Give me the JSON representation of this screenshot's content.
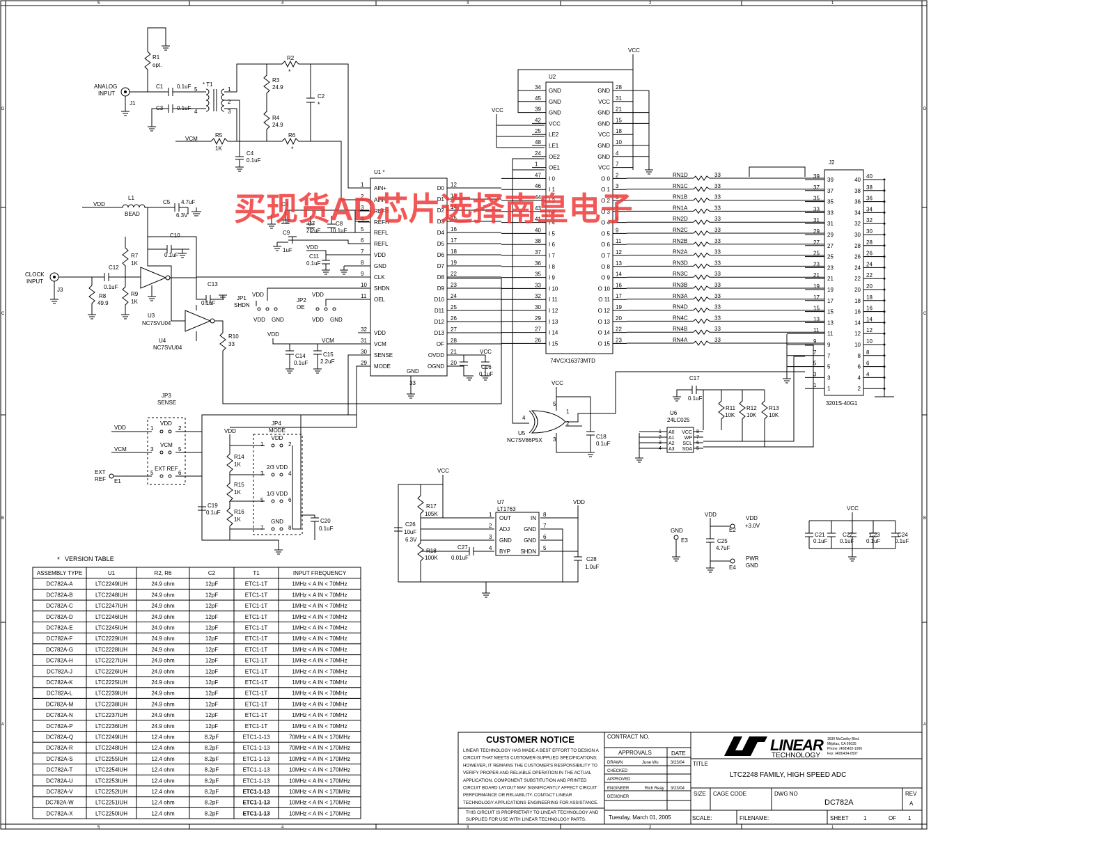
{
  "watermark": "买现货AD芯片选择南皇电子",
  "zone_cols": [
    "5",
    "4",
    "3",
    "2",
    "1"
  ],
  "zone_rows": [
    "D",
    "C",
    "B",
    "A"
  ],
  "analog_input": {
    "label_line1": "ANALOG",
    "label_line2": "INPUT",
    "connector": "J1"
  },
  "clock_input": {
    "label_line1": "CLOCK",
    "label_line2": "INPUT",
    "connector": "J3"
  },
  "parts": {
    "R1": "R1",
    "R1_val": "opt.",
    "C1": "C1",
    "C1_val": "0.1uF",
    "C3": "C3",
    "C3_val": "0.1uF",
    "T1": "* T1",
    "R2": "R2",
    "R3": "R3",
    "R3_val": "24.9",
    "R4": "R4",
    "R4_val": "24.9",
    "C2": "C2",
    "R5": "R5",
    "R5_val": "1K",
    "R6": "R6",
    "C4": "C4",
    "C4_val": "0.1uF",
    "VCM": "VCM",
    "VDD": "VDD",
    "L1": "L1",
    "BEAD": "BEAD",
    "C5": "C5",
    "C5_val": "4.7uF",
    "C5_v": "6.3V",
    "C10": "C10",
    "C10_val": "0.1uF",
    "R7": "R7",
    "R7_val": "1K",
    "R9": "R9",
    "R9_val": "1K",
    "C12": "C12",
    "C12_val": "0.1uF",
    "R8": "R8",
    "R8_val": "49.9",
    "U3": "U3",
    "U3_part": "NC7SVU04",
    "U4": "U4",
    "U4_part": "NC7SVU04",
    "C13": "C13",
    "C13_val": "0.1uF",
    "R10": "R10",
    "R10_val": "33",
    "C6": "C6",
    "C6_val": "1uF",
    "C7": "C7",
    "C7_val": "2.2uF",
    "C8": "C8",
    "C8_val": "0.1uF",
    "C9": "C9",
    "C9_val": "1uF",
    "C11": "C11",
    "C11_val": "0.1uF",
    "C14": "C14",
    "C14_val": "0.1uF",
    "C15": "C15",
    "C15_val": "2.2uF",
    "C16": "C16",
    "C16_val": "0.1uF",
    "JP1": "JP1",
    "JP1_sig": "SHDN",
    "JP2": "JP2",
    "JP2_sig": "OE",
    "GND": "GND",
    "VCC": "VCC",
    "U2": "U2",
    "U2_part": "74VCX16373MTD",
    "J2": "J2",
    "J2_part": "3201S-40G1",
    "U5": "U5",
    "U5_part": "NC7SV86P5X",
    "C18": "C18",
    "C18_val": "0.1uF",
    "C17": "C17",
    "C17_val": "0.1uF",
    "R11": "R11",
    "R11_val": "10K",
    "R12": "R12",
    "R12_val": "10K",
    "R13": "R13",
    "R13_val": "10K",
    "U6": "U6",
    "U6_part": "24LC025",
    "JP3": "JP3",
    "JP3_sig": "SENSE",
    "JP4": "JP4",
    "JP4_sig": "MODE",
    "R14": "R14",
    "R14_val": "1K",
    "R15": "R15",
    "R15_val": "1K",
    "R16": "R16",
    "R16_val": "1K",
    "C19": "C19",
    "C19_val": "0.1uF",
    "C20": "C20",
    "C20_val": "0.1uF",
    "EXT": "EXT",
    "REF": "REF",
    "E1": "E1",
    "EXTREF": "EXT REF",
    "VDD23": "2/3 VDD",
    "VDD13": "1/3 VDD",
    "U7": "U7",
    "U7_part": "LT1763",
    "R17": "R17",
    "R17_val": "105K",
    "R18": "R18",
    "R18_val": "100K",
    "C26": "C26",
    "C26_val": "10uF",
    "C26_v": "6.3V",
    "C27": "C27",
    "C27_val": "0.01uF",
    "C28": "C28",
    "C28_val": "1.0uF",
    "E3": "E3",
    "E2": "E2",
    "E2_sig": "+3.0V",
    "C25": "C25",
    "C25_val": "4.7uF",
    "E4": "E4",
    "PWR": "PWR",
    "C21": "C21",
    "C21_val": "0.1uF",
    "C22": "C22",
    "C22_val": "0.1uF",
    "C23": "C23",
    "C23_val": "0.1uF",
    "C24": "C24",
    "C24_val": "0.1uF",
    "U1": "U1 *",
    "star": "*",
    "n33": "33",
    "ohm33": "33"
  },
  "u1": {
    "left_pins": [
      [
        "1",
        "AIN+"
      ],
      [
        "2",
        "AIN-"
      ],
      [
        "3",
        "REFH"
      ],
      [
        "4",
        "REFH"
      ],
      [
        "5",
        "REFL"
      ],
      [
        "6",
        "REFL"
      ],
      [
        "7",
        "VDD"
      ],
      [
        "8",
        "GND"
      ],
      [
        "9",
        "CLK"
      ],
      [
        "10",
        "SHDN"
      ],
      [
        "11",
        "OEL"
      ],
      [
        "32",
        "VDD"
      ],
      [
        "31",
        "VCM"
      ],
      [
        "30",
        "SENSE"
      ],
      [
        "29",
        "MODE"
      ]
    ],
    "right_pins": [
      [
        "12",
        "D0"
      ],
      [
        "13",
        "D1"
      ],
      [
        "14",
        "D2"
      ],
      [
        "15",
        "D3"
      ],
      [
        "16",
        "D4"
      ],
      [
        "17",
        "D5"
      ],
      [
        "18",
        "D6"
      ],
      [
        "19",
        "D7"
      ],
      [
        "22",
        "D8"
      ],
      [
        "23",
        "D9"
      ],
      [
        "24",
        "D10"
      ],
      [
        "25",
        "D11"
      ],
      [
        "26",
        "D12"
      ],
      [
        "27",
        "D13"
      ],
      [
        "28",
        "OF"
      ],
      [
        "21",
        "OVDD"
      ],
      [
        "20",
        "OGND"
      ]
    ],
    "bottom_label": "GND",
    "bottom_pin": "33"
  },
  "u2": {
    "left_pins": [
      [
        "34",
        "GND"
      ],
      [
        "45",
        "GND"
      ],
      [
        "39",
        "GND"
      ],
      [
        "42",
        "VCC"
      ],
      [
        "25",
        "LE2"
      ],
      [
        "48",
        "LE1"
      ],
      [
        "24",
        "OE2"
      ],
      [
        "1",
        "OE1"
      ],
      [
        "47",
        "I 0"
      ],
      [
        "46",
        "I 1"
      ],
      [
        "44",
        "I 2"
      ],
      [
        "43",
        "I 3"
      ],
      [
        "41",
        "I 4"
      ],
      [
        "40",
        "I 5"
      ],
      [
        "38",
        "I 6"
      ],
      [
        "37",
        "I 7"
      ],
      [
        "36",
        "I 8"
      ],
      [
        "35",
        "I 9"
      ],
      [
        "33",
        "I 10"
      ],
      [
        "32",
        "I 11"
      ],
      [
        "30",
        "I 12"
      ],
      [
        "29",
        "I 13"
      ],
      [
        "27",
        "I 14"
      ],
      [
        "26",
        "I 15"
      ]
    ],
    "right_pins": [
      [
        "28",
        "GND"
      ],
      [
        "31",
        "VCC"
      ],
      [
        "21",
        "GND"
      ],
      [
        "15",
        "GND"
      ],
      [
        "18",
        "VCC"
      ],
      [
        "10",
        "GND"
      ],
      [
        "4",
        "GND"
      ],
      [
        "7",
        "VCC"
      ],
      [
        "2",
        "O 0"
      ],
      [
        "3",
        "O 1"
      ],
      [
        "5",
        "O 2"
      ],
      [
        "6",
        "O 3"
      ],
      [
        "8",
        "O 4"
      ],
      [
        "9",
        "O 5"
      ],
      [
        "11",
        "O 6"
      ],
      [
        "12",
        "O 7"
      ],
      [
        "13",
        "O 8"
      ],
      [
        "14",
        "O 9"
      ],
      [
        "16",
        "O 10"
      ],
      [
        "17",
        "O 11"
      ],
      [
        "19",
        "O 12"
      ],
      [
        "20",
        "O 13"
      ],
      [
        "22",
        "O 14"
      ],
      [
        "23",
        "O 15"
      ]
    ]
  },
  "rn": [
    "RN1D",
    "RN1C",
    "RN1B",
    "RN1A",
    "RN2D",
    "RN2C",
    "RN2B",
    "RN2A",
    "RN3D",
    "RN3C",
    "RN3B",
    "RN3A",
    "RN4D",
    "RN4C",
    "RN4B",
    "RN4A"
  ],
  "j2": {
    "left_out": [
      "39",
      "37",
      "35",
      "33",
      "31",
      "29",
      "27",
      "25",
      "23",
      "21",
      "19",
      "17",
      "15",
      "13",
      "11",
      "9",
      "7",
      "5",
      "3",
      "1"
    ],
    "left_in": [
      "39",
      "37",
      "35",
      "33",
      "31",
      "29",
      "27",
      "25",
      "23",
      "21",
      "19",
      "17",
      "15",
      "13",
      "11",
      "9",
      "7",
      "5",
      "3",
      "1"
    ],
    "right_in": [
      "40",
      "38",
      "36",
      "34",
      "32",
      "30",
      "28",
      "26",
      "24",
      "22",
      "20",
      "18",
      "16",
      "14",
      "12",
      "10",
      "8",
      "6",
      "4",
      "2"
    ],
    "right_out": [
      "40",
      "38",
      "36",
      "34",
      "32",
      "30",
      "28",
      "26",
      "24",
      "22",
      "20",
      "18",
      "16",
      "14",
      "12",
      "10",
      "8",
      "6",
      "4",
      ""
    ]
  },
  "u5_pins": {
    "p1": "1",
    "p2": "2",
    "p3": "3",
    "p4": "4",
    "p5": "5"
  },
  "u6_pins": [
    [
      "1",
      "A0",
      "VCC",
      "8"
    ],
    [
      "2",
      "A1",
      "WP",
      "7"
    ],
    [
      "3",
      "A2",
      "SCL",
      "6"
    ],
    [
      "4",
      "A3",
      "SDA",
      "5"
    ]
  ],
  "u7_pins": [
    [
      "1",
      "OUT",
      "IN",
      "8"
    ],
    [
      "2",
      "ADJ",
      "GND",
      "7"
    ],
    [
      "3",
      "GND",
      "GND",
      "6"
    ],
    [
      "4",
      "BYP",
      "SHDN",
      "5"
    ]
  ],
  "version_table": {
    "title": "VERSION TABLE",
    "headers": [
      "ASSEMBLY TYPE",
      "U1",
      "R2, R6",
      "C2",
      "T1",
      "INPUT FREQUENCY"
    ],
    "rows": [
      [
        "DC782A-A",
        "LTC2249IUH",
        "24.9 ohm",
        "12pF",
        "ETC1-1T",
        "1MHz < A IN < 70MHz"
      ],
      [
        "DC782A-B",
        "LTC2248IUH",
        "24.9 ohm",
        "12pF",
        "ETC1-1T",
        "1MHz < A IN < 70MHz"
      ],
      [
        "DC782A-C",
        "LTC2247IUH",
        "24.9 ohm",
        "12pF",
        "ETC1-1T",
        "1MHz < A IN < 70MHz"
      ],
      [
        "DC782A-D",
        "LTC2246IUH",
        "24.9 ohm",
        "12pF",
        "ETC1-1T",
        "1MHz < A IN < 70MHz"
      ],
      [
        "DC782A-E",
        "LTC2245IUH",
        "24.9 ohm",
        "12pF",
        "ETC1-1T",
        "1MHz < A IN < 70MHz"
      ],
      [
        "DC782A-F",
        "LTC2229IUH",
        "24.9 ohm",
        "12pF",
        "ETC1-1T",
        "1MHz < A IN < 70MHz"
      ],
      [
        "DC782A-G",
        "LTC2228IUH",
        "24.9 ohm",
        "12pF",
        "ETC1-1T",
        "1MHz < A IN < 70MHz"
      ],
      [
        "DC782A-H",
        "LTC2227IUH",
        "24.9 ohm",
        "12pF",
        "ETC1-1T",
        "1MHz < A IN < 70MHz"
      ],
      [
        "DC782A-J",
        "LTC2226IUH",
        "24.9 ohm",
        "12pF",
        "ETC1-1T",
        "1MHz < A IN < 70MHz"
      ],
      [
        "DC782A-K",
        "LTC2225IUH",
        "24.9 ohm",
        "12pF",
        "ETC1-1T",
        "1MHz < A IN < 70MHz"
      ],
      [
        "DC782A-L",
        "LTC2239IUH",
        "24.9 ohm",
        "12pF",
        "ETC1-1T",
        "1MHz < A IN < 70MHz"
      ],
      [
        "DC782A-M",
        "LTC2238IUH",
        "24.9 ohm",
        "12pF",
        "ETC1-1T",
        "1MHz < A IN < 70MHz"
      ],
      [
        "DC782A-N",
        "LTC2237IUH",
        "24.9 ohm",
        "12pF",
        "ETC1-1T",
        "1MHz < A IN < 70MHz"
      ],
      [
        "DC782A-P",
        "LTC2236IUH",
        "24.9 ohm",
        "12pF",
        "ETC1-1T",
        "1MHz < A IN < 70MHz"
      ],
      [
        "DC782A-Q",
        "LTC2249IUH",
        "12.4 ohm",
        "8.2pF",
        "ETC1-1-13",
        "70MHz < A IN < 170MHz"
      ],
      [
        "DC782A-R",
        "LTC2248IUH",
        "12.4 ohm",
        "8.2pF",
        "ETC1-1-13",
        "70MHz < A IN < 170MHz"
      ],
      [
        "DC782A-S",
        "LTC2255IUH",
        "12.4 ohm",
        "8.2pF",
        "ETC1-1-13",
        "10MHz < A IN < 170MHz"
      ],
      [
        "DC782A-T",
        "LTC2254IUH",
        "12.4 ohm",
        "8.2pF",
        "ETC1-1-13",
        "10MHz < A IN < 170MHz"
      ],
      [
        "DC782A-U",
        "LTC2253IUH",
        "12.4 ohm",
        "8.2pF",
        "ETC1-1-13",
        "10MHz < A IN < 170MHz"
      ],
      [
        "DC782A-V",
        "LTC2252IUH",
        "12.4 ohm",
        "8.2pF",
        "ETC1-1-13",
        "10MHz < A IN < 170MHz"
      ],
      [
        "DC782A-W",
        "LTC2251IUH",
        "12.4 ohm",
        "8.2pF",
        "ETC1-1-13",
        "10MHz < A IN < 170MHz"
      ],
      [
        "DC782A-X",
        "LTC2250IUH",
        "12.4 ohm",
        "8.2pF",
        "ETC1-1-13",
        "10MHz < A IN < 170MHz"
      ]
    ]
  },
  "customer_notice": {
    "title": "CUSTOMER NOTICE",
    "lines": [
      "LINEAR TECHNOLOGY HAS MADE A BEST EFFORT TO DESIGN A",
      "CIRCUIT THAT MEETS CUSTOMER-SUPPLIED SPECIFICATIONS;",
      "HOWEVER, IT REMAINS THE CUSTOMER'S RESPONSIBILITY TO",
      "VERIFY PROPER AND RELIABLE OPERATION IN THE ACTUAL",
      "APPLICATION. COMPONENT SUBSTITUTION AND PRINTED",
      "CIRCUIT BOARD LAYOUT MAY SIGNIFICANTLY AFFECT CIRCUIT",
      "PERFORMANCE OR RELIABILITY. CONTACT LINEAR",
      "TECHNOLOGY APPLICATIONS ENGINEERING FOR ASSISTANCE."
    ],
    "proprietary": [
      "THIS CIRCUIT IS PROPRIETARY TO LINEAR TECHNOLOGY AND",
      "SUPPLIED FOR USE WITH LINEAR TECHNOLOGY PARTS."
    ]
  },
  "title_block": {
    "contract_no": "CONTRACT NO.",
    "approvals": "APPROVALS",
    "date": "DATE",
    "drawn": "DRAWN",
    "drawn_by": "June Wu",
    "drawn_date": "3/23/04",
    "checked": "CHECKED",
    "approved": "APPROVED",
    "engineer": "ENGINEER",
    "engineer_by": "Rich Reay",
    "engineer_date": "3/23/04",
    "designer": "DESIGNER",
    "print_date": "Tuesday, March 01, 2005",
    "company_logo": "LINEAR",
    "company_sub": "TECHNOLOGY",
    "address": [
      "1630 McCarthy Blvd.",
      "Milpitas, CA 95035",
      "Phone: (408)432-1900",
      "Fax: (408)434-0507"
    ],
    "title_label": "TITLE",
    "title": "LTC2248 FAMILY, HIGH SPEED ADC",
    "size": "SIZE",
    "cage_code": "CAGE CODE",
    "dwg_no": "DWG NO",
    "dwg": "DC782A",
    "rev": "REV",
    "rev_val": "A",
    "scale": "SCALE:",
    "filename": "FILENAME:",
    "sheet": "SHEET",
    "sheet_num": "1",
    "of": "OF",
    "sheet_total": "1"
  }
}
